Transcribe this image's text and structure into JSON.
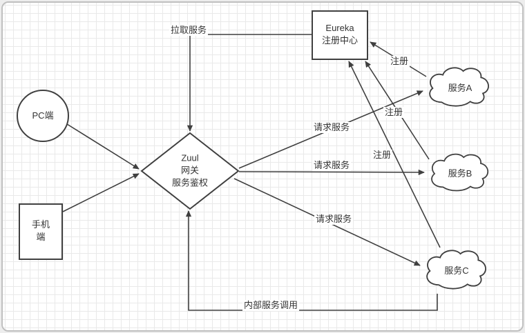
{
  "diagram": {
    "nodes": {
      "pc": {
        "label": "PC端"
      },
      "mobile": {
        "label": "手机端"
      },
      "zuul": {
        "lines": [
          "Zuul",
          "网关",
          "服务鉴权"
        ]
      },
      "eureka": {
        "lines": [
          "Eureka",
          "注册中心"
        ]
      },
      "service_a": {
        "label": "服务A"
      },
      "service_b": {
        "label": "服务B"
      },
      "service_c": {
        "label": "服务C"
      }
    },
    "edge_labels": {
      "pull_service": "拉取服务",
      "request_service_a": "请求服务",
      "request_service_b": "请求服务",
      "request_service_c": "请求服务",
      "register_a": "注册",
      "register_b": "注册",
      "register_c": "注册",
      "internal_call": "内部服务调用"
    },
    "colors": {
      "stroke": "#3f3f3f",
      "text": "#333333",
      "grid": "#e9e9e9",
      "canvas": "#ffffff",
      "frame_border": "#bfbfbf"
    }
  }
}
